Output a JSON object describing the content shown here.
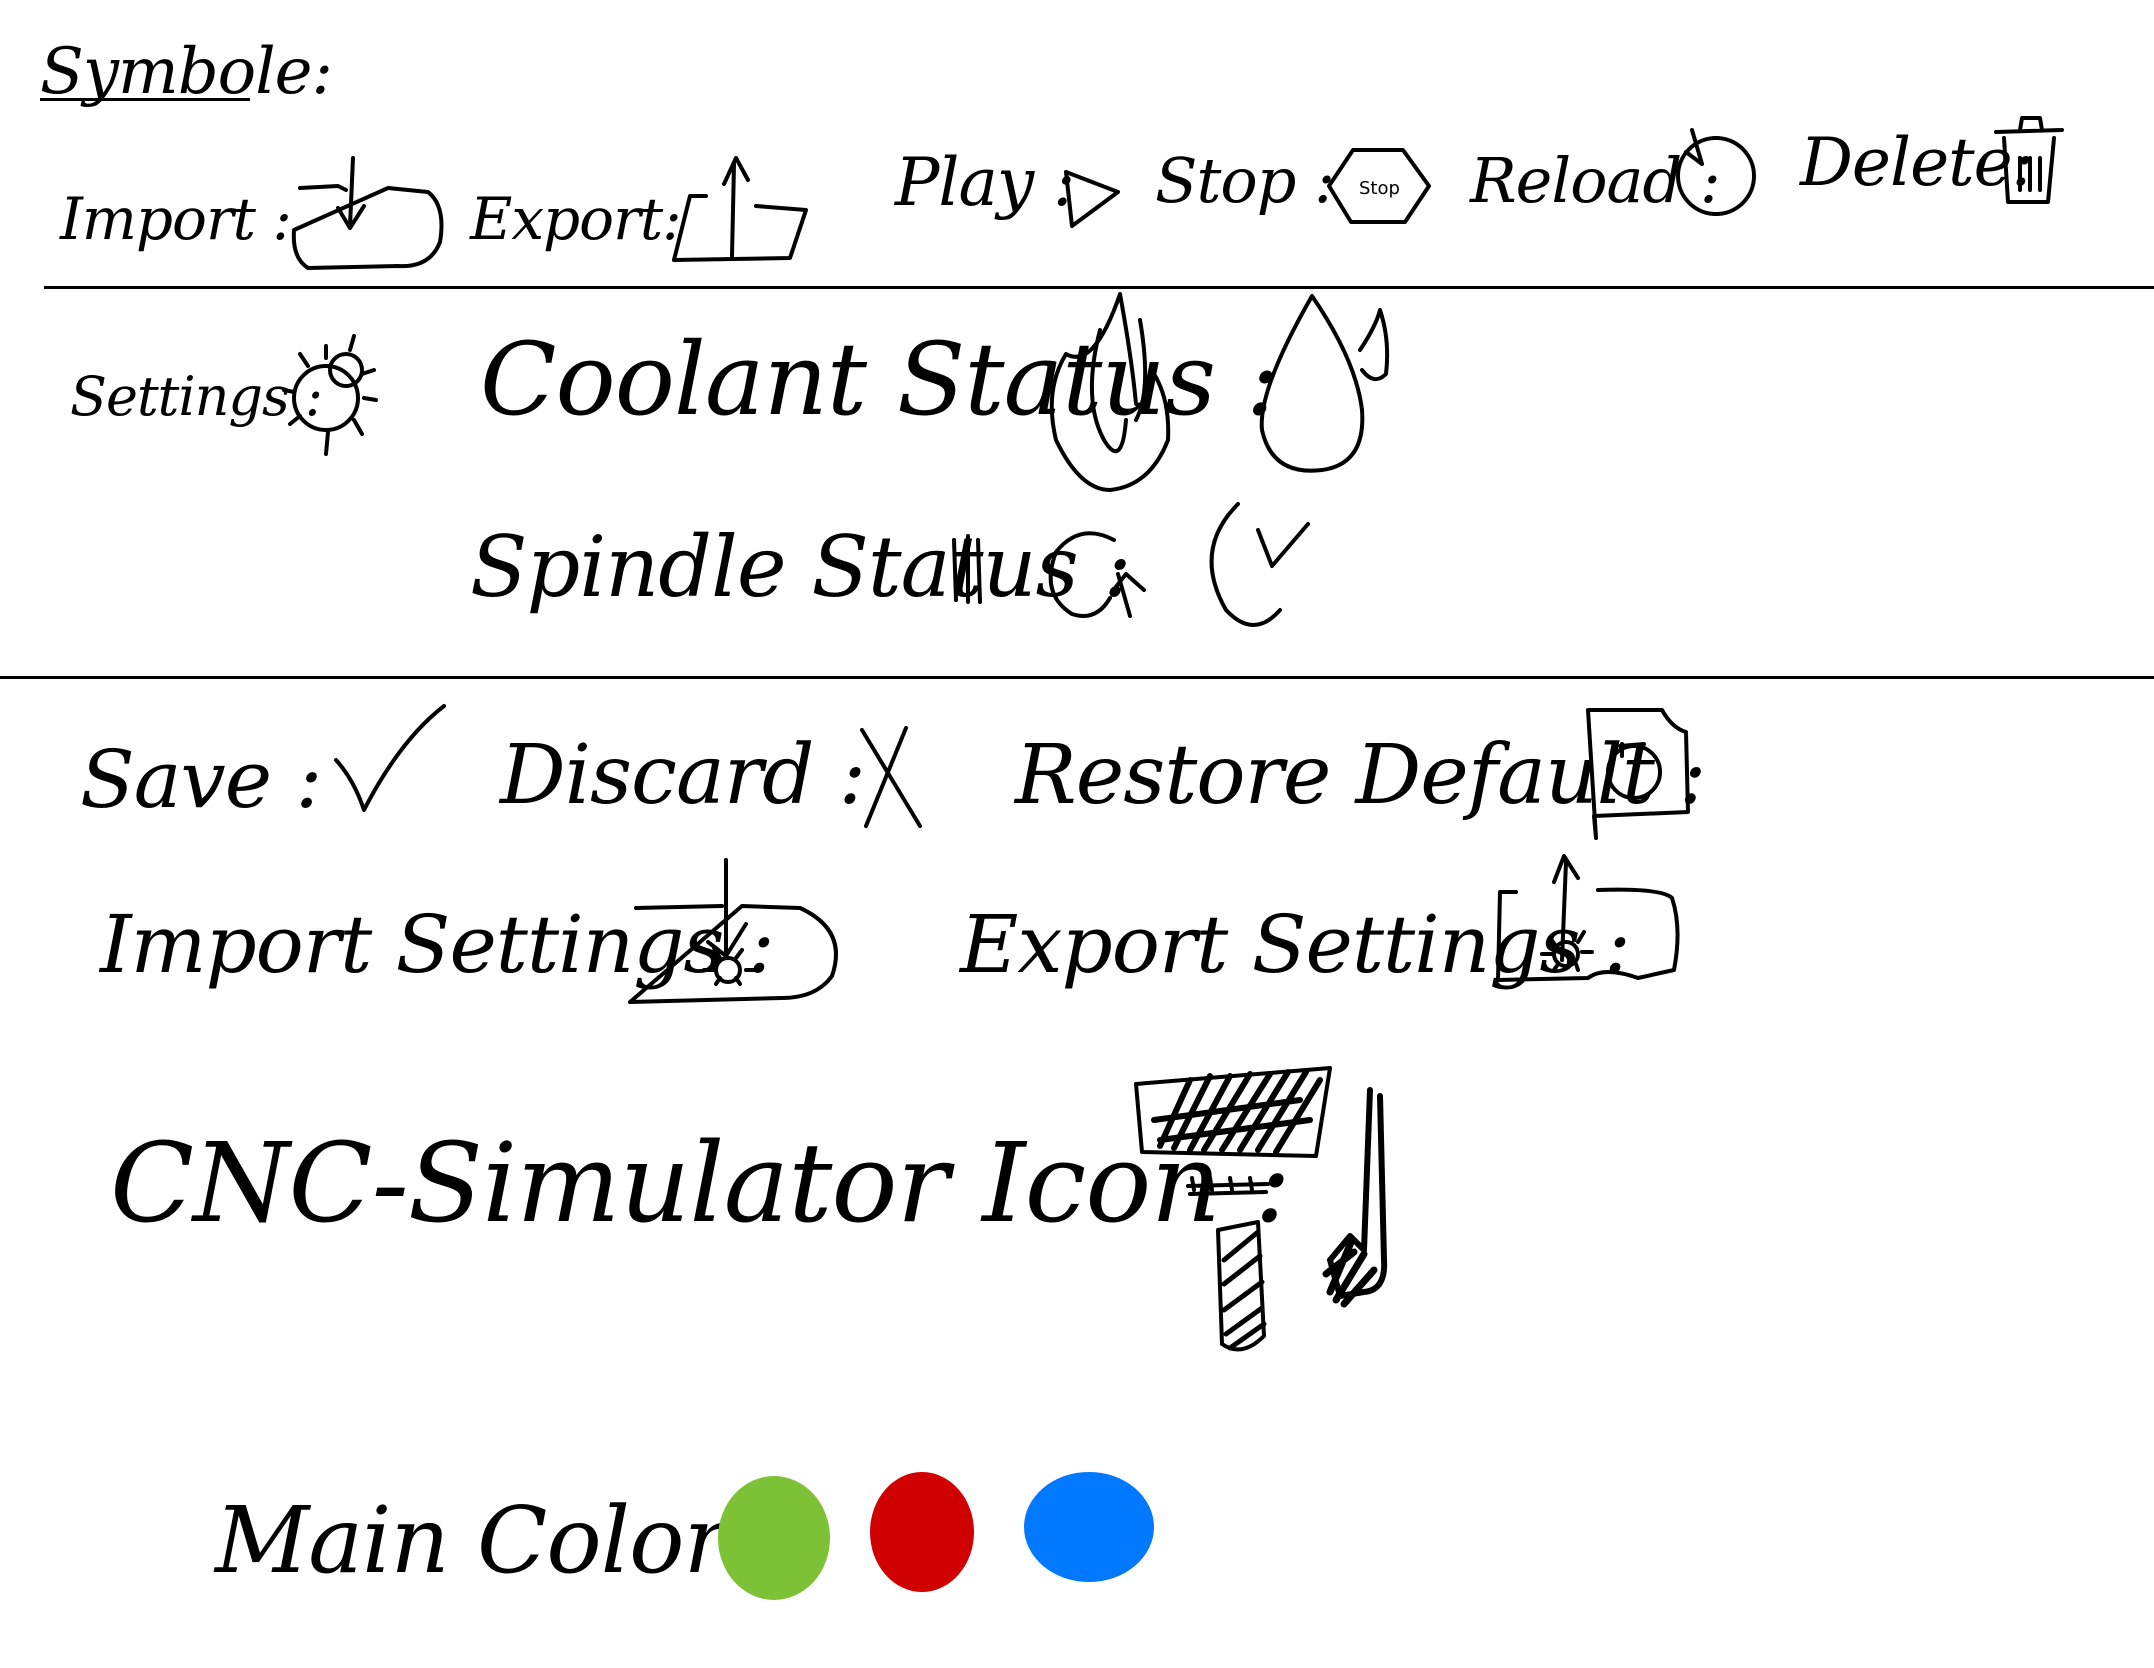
{
  "title": "Symbole:",
  "row1": {
    "import_label": "Import :",
    "export_label": "Export:",
    "play_label": "Play :",
    "stop_label": "Stop :",
    "stop_text": "Stop",
    "reload_label": "Reload :",
    "delete_label": "Delete:"
  },
  "row2": {
    "settings_label": "Settings :",
    "coolant_label": "Coolant Status :",
    "spindle_label": "Spindle Status :"
  },
  "row3": {
    "save_label": "Save :",
    "discard_label": "Discard :",
    "restore_label": "Restore Default :",
    "import_settings_label": "Import Settings :",
    "export_settings_label": "Export Settings :",
    "cnc_icon_label": "CNC-Simulator Icon :"
  },
  "colors": {
    "label": "Main Colors :",
    "green": "#7dc137",
    "red": "#d10000",
    "blue": "#0078ff"
  },
  "icons": [
    "import-icon",
    "export-icon",
    "play-icon",
    "stop-icon",
    "reload-icon",
    "delete-icon",
    "settings-icon",
    "coolant-off-icon",
    "coolant-on-icon",
    "spindle-paused-icon",
    "spindle-clockwise-icon",
    "spindle-counterclockwise-icon",
    "save-icon",
    "discard-icon",
    "restore-default-icon",
    "import-settings-icon",
    "export-settings-icon",
    "cnc-simulator-icon"
  ]
}
